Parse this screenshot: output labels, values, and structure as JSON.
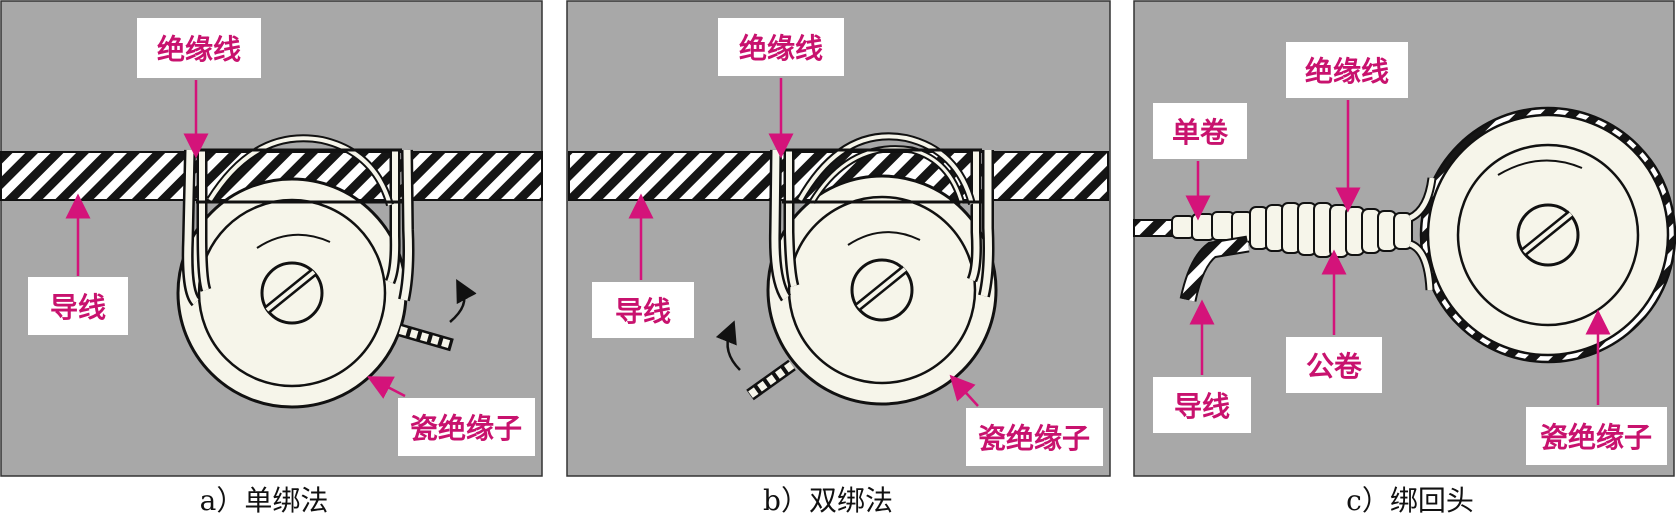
{
  "colors": {
    "background": "#a8a8a8",
    "label_text": "#c8126e",
    "arrow": "#d4137a",
    "line": "#111111",
    "fill": "#f6f5ea"
  },
  "panels": [
    {
      "id": "a",
      "caption": "a）单绑法",
      "labels": {
        "insulated_wire": "绝缘线",
        "conductor": "导线",
        "porcelain_insulator": "瓷绝缘子"
      }
    },
    {
      "id": "b",
      "caption": "b）双绑法",
      "labels": {
        "insulated_wire": "绝缘线",
        "conductor": "导线",
        "porcelain_insulator": "瓷绝缘子"
      }
    },
    {
      "id": "c",
      "caption": "c）绑回头",
      "labels": {
        "insulated_wire": "绝缘线",
        "single_wrap": "单卷",
        "common_wrap": "公卷",
        "conductor": "导线",
        "porcelain_insulator": "瓷绝缘子"
      }
    }
  ]
}
